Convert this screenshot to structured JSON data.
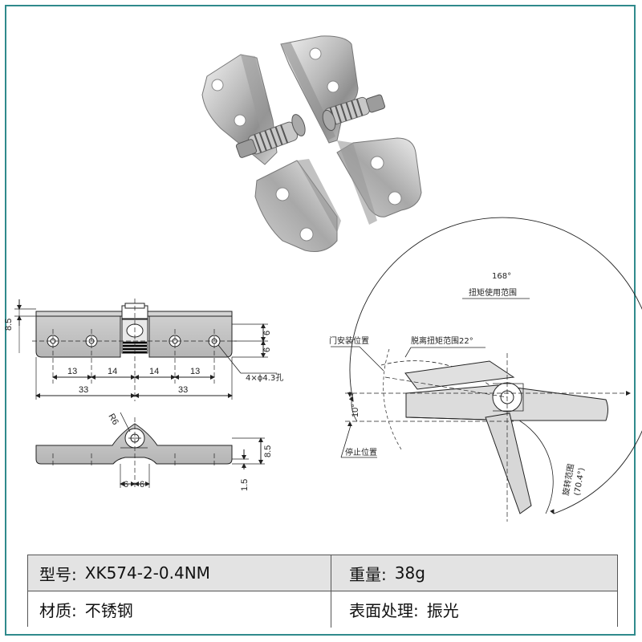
{
  "drawing": {
    "top_view_dims": {
      "height_total": "8.5",
      "hole_spacing_a": "13",
      "hole_spacing_b": "14",
      "hole_spacing_c": "14",
      "hole_spacing_d": "13",
      "half_width_left": "33",
      "half_width_right": "33",
      "vert_top": "6",
      "vert_bottom": "6",
      "holes_note": "4×ϕ4.3孔"
    },
    "side_view_dims": {
      "radius": "R6",
      "height": "8.5",
      "thickness": "1.5",
      "offset_left": "6",
      "offset_right": "6"
    },
    "angle_diagram": {
      "range_angle": "168°",
      "torque_range_label": "扭矩使用范围",
      "door_position_label": "门安装位置",
      "release_label": "脱离扭矩范围22°",
      "angle_10": "10°",
      "stop_label": "停止位置",
      "rotation_label": "旋转范围",
      "rotation_angle": "(70.4°)"
    }
  },
  "specs": {
    "model_label": "型号:",
    "model_value": "XK574-2-0.4NM",
    "weight_label": "重量:",
    "weight_value": "38g",
    "material_label": "材质:",
    "material_value": "不锈钢",
    "finish_label": "表面处理:",
    "finish_value": "振光"
  }
}
